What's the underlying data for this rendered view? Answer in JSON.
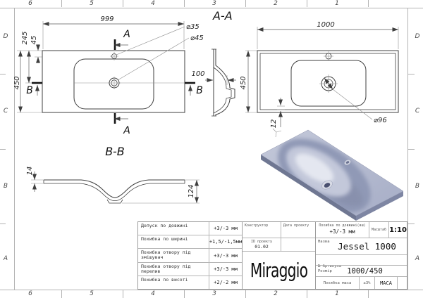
{
  "frame": {
    "columns": [
      "6",
      "5",
      "4",
      "3",
      "2",
      "1"
    ],
    "rows": [
      "D",
      "C",
      "B",
      "A"
    ]
  },
  "views": {
    "plan": {
      "dim_length": "999",
      "dim_width": "450",
      "dim_drain_offset": "245",
      "dim_faucet_offset": "45",
      "dim_bowl_depth": "100",
      "dia_faucet": "⌀35",
      "dia_drain": "⌀45",
      "section_a": "A",
      "section_b": "B"
    },
    "aa": {
      "title": "A-A",
      "dim_length": "1000",
      "dim_width": "450",
      "dim_bottom_gap": "12",
      "dia_overflow": "⌀96"
    },
    "bb": {
      "title": "B-B",
      "dim_rim": "14",
      "dim_depth": "124"
    }
  },
  "tolerance_table": {
    "rows": [
      {
        "label": "Допуск по довжині",
        "value": "+3/-3 мм"
      },
      {
        "label": "Похибка по ширині",
        "value": "+1,5/-1,5мм"
      },
      {
        "label": "Похибка отвору під змішувач",
        "value": "+3/-3 мм"
      },
      {
        "label": "Похибка отвору під перелив",
        "value": "+3/-3 мм"
      },
      {
        "label": "Похибка по висоті",
        "value": "+2/-2 мм"
      }
    ]
  },
  "title_block": {
    "constructor_label": "Конструктор",
    "date_label": "Дата проекту",
    "project_id_label": "ID проекту",
    "project_id_value": "01.02",
    "logo": "Miraggio",
    "length_tol_label": "Похибка по довжині(вш)",
    "length_tol_value": "+3/-3 мм",
    "scale_label": "Масштаб",
    "scale_value": "1:10",
    "name_label": "Назва",
    "name_value": "Jessel 1000",
    "article_label": "№ Артикула",
    "size_label": "Розмір",
    "size_value": "1000/450",
    "mass_tol_label": "Похибка маса",
    "mass_tol_value": "±3%",
    "mass_label": "МАСА"
  },
  "colors": {
    "line": "#3f3f3f",
    "frame_line": "#b3b3b3",
    "render_top_light": "#c4c9da",
    "render_top_dark": "#a6adc6",
    "render_side": "#6f7792",
    "render_basin_shadow": "#9099b6"
  }
}
